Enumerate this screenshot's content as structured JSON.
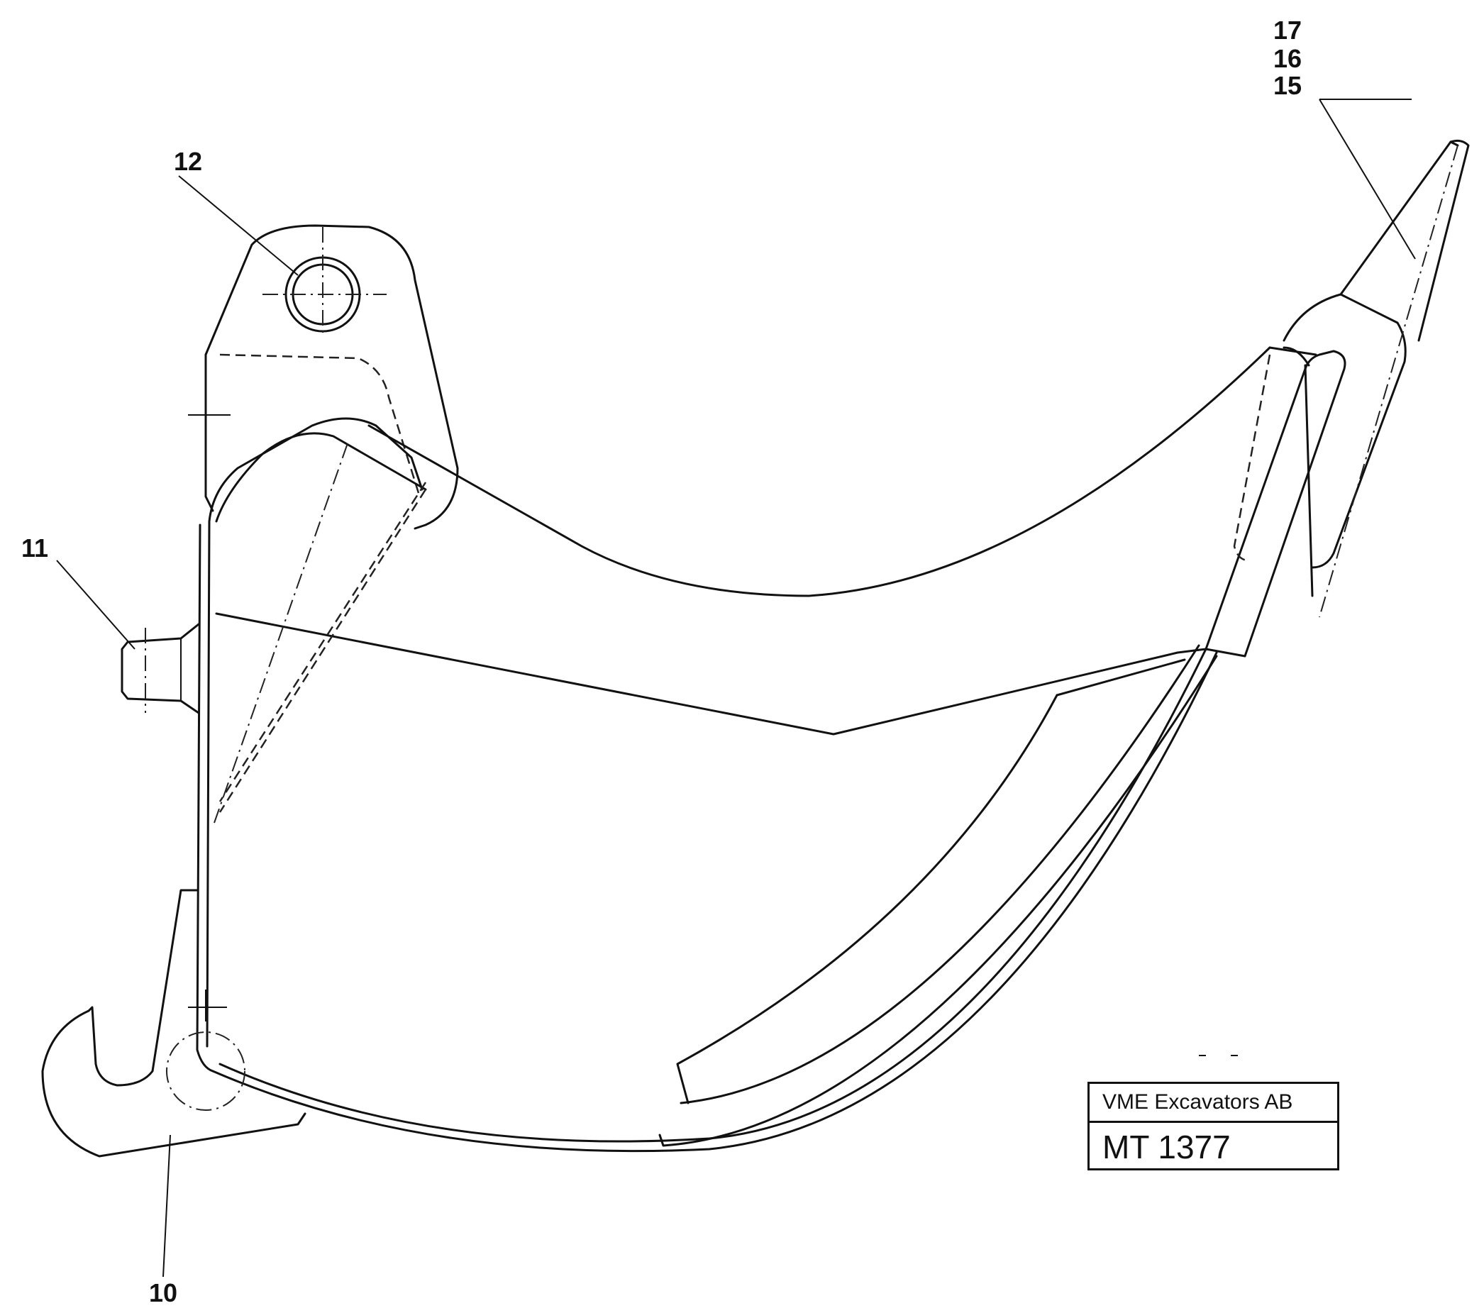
{
  "callouts": {
    "c10": "10",
    "c11": "11",
    "c12": "12",
    "c15": "15",
    "c16": "16",
    "c17": "17"
  },
  "title_block": {
    "company": "VME Excavators AB",
    "drawing_number": "MT 1377"
  },
  "colors": {
    "line": "#111111",
    "background": "#ffffff"
  }
}
